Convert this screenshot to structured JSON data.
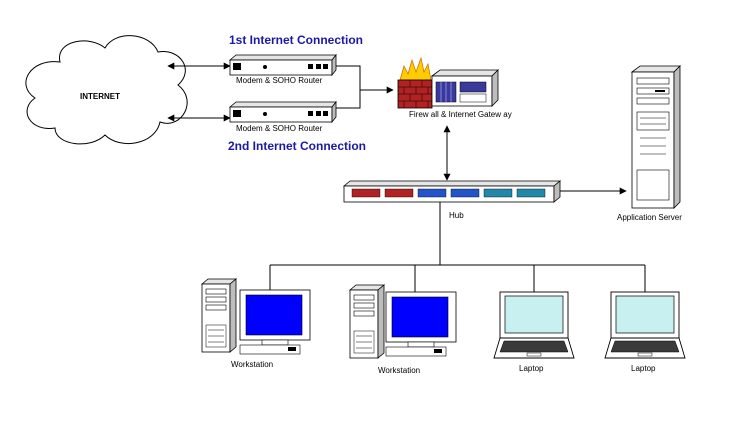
{
  "headings": {
    "first_connection": "1st Internet Connection",
    "second_connection": "2nd Internet Connection"
  },
  "cloud": {
    "label": "INTERNET"
  },
  "devices": {
    "modem1": "Modem & SOHO Router",
    "modem2": "Modem & SOHO Router",
    "firewall": "Firew all & Internet Gatew ay",
    "hub": "Hub",
    "server": "Application Server",
    "workstation1": "Workstation",
    "workstation2": "Workstation",
    "laptop1": "Laptop",
    "laptop2": "Laptop"
  },
  "colors": {
    "heading": "#1a1aa6",
    "screen": "#0000ff",
    "laptop_screen": "#c8f0f0",
    "firewall_brick": "#b22222",
    "flame": "#ffcc00",
    "gateway_panel": "#3a3a9a"
  }
}
